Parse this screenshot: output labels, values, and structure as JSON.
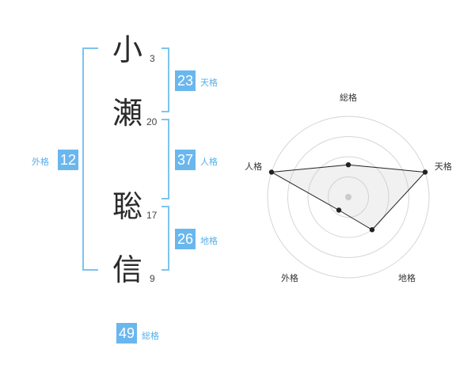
{
  "name": {
    "chars": [
      {
        "char": "小",
        "strokes": "3"
      },
      {
        "char": "瀬",
        "strokes": "20"
      },
      {
        "char": "聡",
        "strokes": "17"
      },
      {
        "char": "信",
        "strokes": "9"
      }
    ]
  },
  "kaku": {
    "gaikaku": {
      "value": "12",
      "label": "外格"
    },
    "tenkaku": {
      "value": "23",
      "label": "天格"
    },
    "jinkaku": {
      "value": "37",
      "label": "人格"
    },
    "chikaku": {
      "value": "26",
      "label": "地格"
    },
    "soukaku": {
      "value": "49",
      "label": "総格"
    }
  },
  "colors": {
    "accent": "#6ab7ee",
    "bracket": "#7cc4ef",
    "text": "#2b2b2b"
  },
  "chart_data": {
    "type": "radar",
    "axes": [
      "総格",
      "天格",
      "地格",
      "外格",
      "人格"
    ],
    "values": [
      0.4,
      1.0,
      0.5,
      0.2,
      1.0
    ],
    "rings": 4
  }
}
